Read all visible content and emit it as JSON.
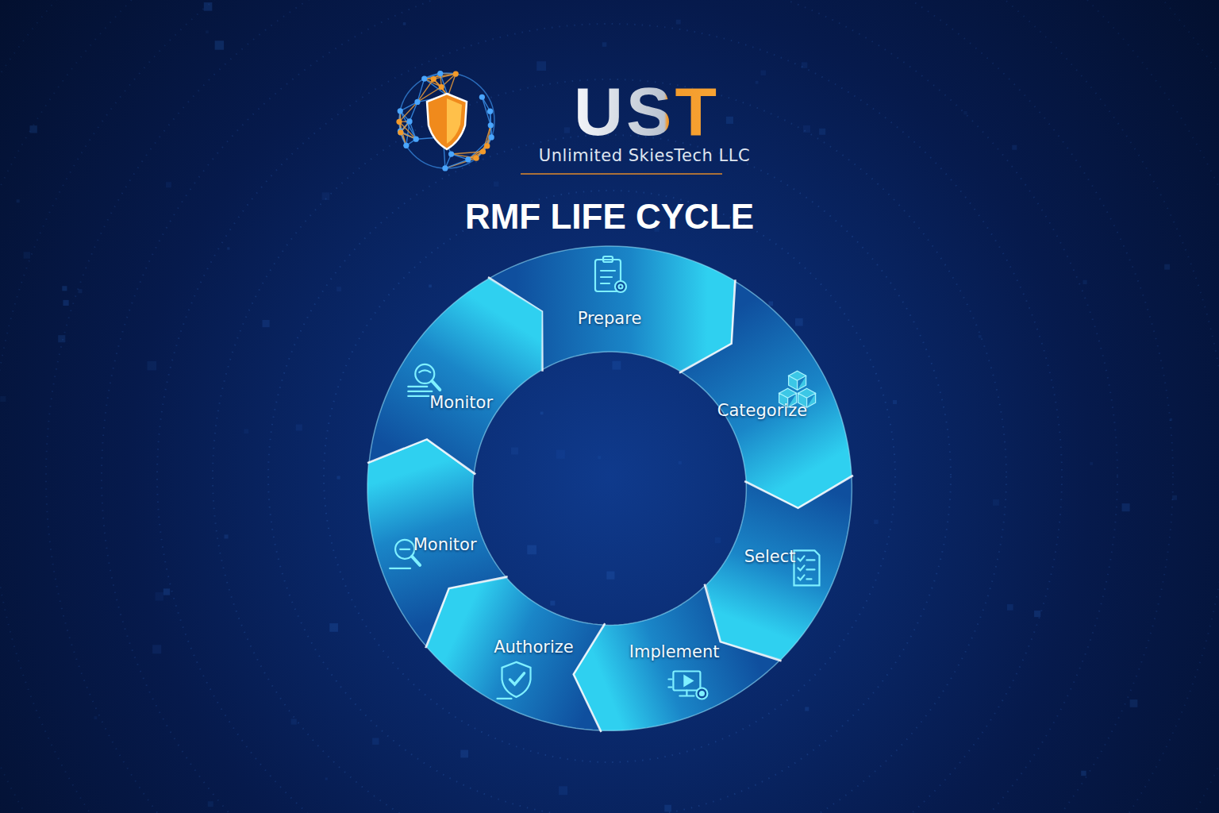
{
  "diagram": {
    "title": "RMF LIFE CYCLE",
    "nodes": [
      {
        "text": [
          "Prepare"
        ]
      },
      {
        "text": [
          "Categorize"
        ]
      },
      {
        "text": [
          "Select"
        ]
      },
      {
        "text": [
          "Implement"
        ]
      },
      {
        "text": [
          "Authorize"
        ]
      },
      {
        "text": [
          "Monitor"
        ]
      },
      {
        "text": [
          "Monitor"
        ]
      }
    ],
    "labels": [
      "UST",
      "Unlimited SkiesTech LLC"
    ]
  }
}
